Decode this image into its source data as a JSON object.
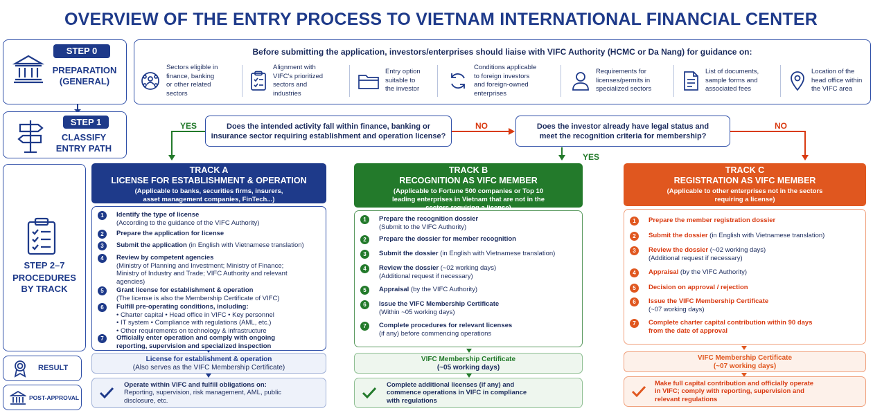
{
  "title": "OVERVIEW OF THE ENTRY PROCESS TO  VIETNAM INTERNATIONAL FINANCIAL CENTER",
  "colors": {
    "navy": "#1e3a8a",
    "green": "#237a2b",
    "orange": "#e0571f",
    "red_text": "#d93b12"
  },
  "left": {
    "step0": {
      "badge": "STEP 0",
      "line1": "PREPARATION",
      "line2": "(GENERAL)",
      "icon": "bank-building-icon"
    },
    "step1": {
      "badge": "STEP 1",
      "line1": "CLASSIFY",
      "line2": "ENTRY PATH",
      "icon": "signpost-icon"
    },
    "step27": {
      "line1": "STEP 2–7",
      "line2": "PROCEDURES",
      "line3": "BY TRACK",
      "icon": "clipboard-icon"
    },
    "result": {
      "label": "RESULT",
      "icon": "certificate-icon"
    },
    "post": {
      "label": "POST-APPROVAL",
      "icon": "building-icon"
    }
  },
  "info": {
    "heading": "Before submitting the application, investors/enterprises should liaise with VIFC Authority (HCMC or Da Nang) for guidance on:",
    "items": [
      {
        "icon": "users-network-icon",
        "l1": "Sectors eligible in",
        "l2": "finance, banking",
        "l3": "or other related",
        "l4": "sectors"
      },
      {
        "icon": "checklist-icon",
        "l1": "Alignment with",
        "l2": "VIFC's prioritized",
        "l3": "sectors and",
        "l4": "industries"
      },
      {
        "icon": "folder-icon",
        "l1": "Entry option",
        "l2": "suitable to",
        "l3": "the investor",
        "l4": ""
      },
      {
        "icon": "refresh-cycle-icon",
        "l1": "Conditions applicable",
        "l2": "to foreign investors",
        "l3": "and foreign-owned",
        "l4": "enterprises"
      },
      {
        "icon": "person-id-icon",
        "l1": "Requirements for",
        "l2": "licenses/permits in",
        "l3": "specialized sectors",
        "l4": ""
      },
      {
        "icon": "document-icon",
        "l1": "List of documents,",
        "l2": "sample forms and",
        "l3": "associated fees",
        "l4": ""
      },
      {
        "icon": "location-pin-icon",
        "l1": "Location of the",
        "l2": "head office within",
        "l3": "the VIFC area",
        "l4": ""
      }
    ]
  },
  "questions": {
    "q1": {
      "l1": "Does the intended activity fall within finance, banking or",
      "l2": "insurance sector requiring establishment and operation license?"
    },
    "q2": {
      "l1": "Does the investor already have legal status and",
      "l2": "meet the recognition criteria for membership?"
    },
    "yes1": "YES",
    "no1": "NO",
    "yes2": "YES",
    "no2": "NO"
  },
  "tracks": {
    "a": {
      "t1": "TRACK A",
      "t2": "LICENSE FOR ESTABLISHMENT & OPERATION",
      "d1": "(Applicable to banks, securities firms, insurers,",
      "d2": "asset management companies, FinTech...)",
      "d3": "",
      "steps": [
        {
          "n": "1",
          "b": "Identify the type of license",
          "r": "",
          "s1": "(According to the guidance of the VIFC Authority)",
          "s2": "",
          "s3": "",
          "s4": ""
        },
        {
          "n": "2",
          "b": "Prepare the application for license",
          "r": "",
          "s1": "",
          "s2": "",
          "s3": "",
          "s4": ""
        },
        {
          "n": "3",
          "b": "Submit the application",
          "r": " (in English with Vietnamese translation)",
          "s1": "",
          "s2": "",
          "s3": "",
          "s4": ""
        },
        {
          "n": "4",
          "b": "Review by competent agencies",
          "r": "",
          "s1": "(Ministry of Planning and Investment; Ministry of Finance;",
          "s2": "Ministry of Industry and Trade; VIFC Authority and relevant",
          "s3": "agencies)",
          "s4": ""
        },
        {
          "n": "5",
          "b": "Grant license for establishment & operation",
          "r": "",
          "s1": "(The license is also the Membership Certificate of VIFC)",
          "s2": "",
          "s3": "",
          "s4": ""
        },
        {
          "n": "6",
          "b": "Fulfill pre-operating conditions, including:",
          "r": "",
          "s1": "• Charter capital   • Head office in VIFC     • Key personnel",
          "s2": "• IT system      • Compliance with regulations (AML, etc.)",
          "s3": "• Other requirements on technology & infrastructure",
          "s4": ""
        },
        {
          "n": "7",
          "b": "Officially enter operation and comply with ongoing",
          "r": "",
          "s1": "reporting, supervision and specialized inspection",
          "s2": "",
          "s3": "",
          "s4": ""
        }
      ],
      "result1": "License for establishment & operation",
      "result2": "(Also serves as the VIFC Membership Certificate)",
      "post1": "Operate within VIFC and fulfill obligations on:",
      "post2": "Reporting, supervision, risk management, AML, public",
      "post3": "disclosure, etc."
    },
    "b": {
      "t1": "TRACK B",
      "t2": "RECOGNITION AS VIFC MEMBER",
      "d1": "(Applicable to Fortune 500 companies or Top 10",
      "d2": "leading enterprises in Vietnam that are not in the",
      "d3": "sectors requiring a license)",
      "steps": [
        {
          "n": "1",
          "b": "Prepare the recognition dossier",
          "r": "",
          "s1": "(Submit to the VIFC Authority)",
          "s2": ""
        },
        {
          "n": "2",
          "b": "Prepare the dossier for member recognition",
          "r": "",
          "s1": "",
          "s2": ""
        },
        {
          "n": "3",
          "b": "Submit the dossier",
          "r": " (in English with Vietnamese translation)",
          "s1": "",
          "s2": ""
        },
        {
          "n": "4",
          "b": "Review the dossier",
          "r": " (~02 working days)",
          "s1": "(Additional request if necessary)",
          "s2": ""
        },
        {
          "n": "5",
          "b": "Appraisal",
          "r": " (by the VIFC Authority)",
          "s1": "",
          "s2": ""
        },
        {
          "n": "6",
          "b": "Issue the VIFC Membership Certificate",
          "r": "",
          "s1": "(Within ~05 working days)",
          "s2": ""
        },
        {
          "n": "7",
          "b": "Complete procedures for relevant licenses",
          "r": "",
          "s1": "(if any) before commencing operations",
          "s2": ""
        }
      ],
      "result1": "VIFC Membership Certificate",
      "result2": "(~05 working days)",
      "post1": "Complete additional licenses (if any) and",
      "post2": "commence operations in VIFC in compliance",
      "post3": "with regulations"
    },
    "c": {
      "t1": "TRACK C",
      "t2": "REGISTRATION AS VIFC MEMBER",
      "d1": "(Applicable to other enterprises not in the sectors",
      "d2": "requiring a license)",
      "d3": "",
      "steps": [
        {
          "n": "1",
          "b": "Prepare the member registration dossier",
          "r": "",
          "s1": ""
        },
        {
          "n": "2",
          "b": "Submit the dossier",
          "r": " (in English with Vietnamese translation)",
          "s1": ""
        },
        {
          "n": "3",
          "b": "Review the dossier",
          "r": " (~02 working days)",
          "s1": "(Additional request if necessary)"
        },
        {
          "n": "4",
          "b": "Appraisal",
          "r": " (by the VIFC Authority)",
          "s1": ""
        },
        {
          "n": "5",
          "b": "Decision on approval / rejection",
          "r": "",
          "s1": ""
        },
        {
          "n": "6",
          "b": "Issue the VIFC Membership Certificate",
          "r": "",
          "s1": "(~07 working days)"
        },
        {
          "n": "7",
          "b": "Complete charter capital contribution within 90 days",
          "r": "",
          "s1": "from the date of approval"
        }
      ],
      "result1": "VIFC Membership Certificate",
      "result2": "(~07 working days)",
      "post1": "Make full capital contribution and officially operate",
      "post2": "in VIFC; comply with reporting, supervision and",
      "post3": "relevant regulations"
    }
  }
}
